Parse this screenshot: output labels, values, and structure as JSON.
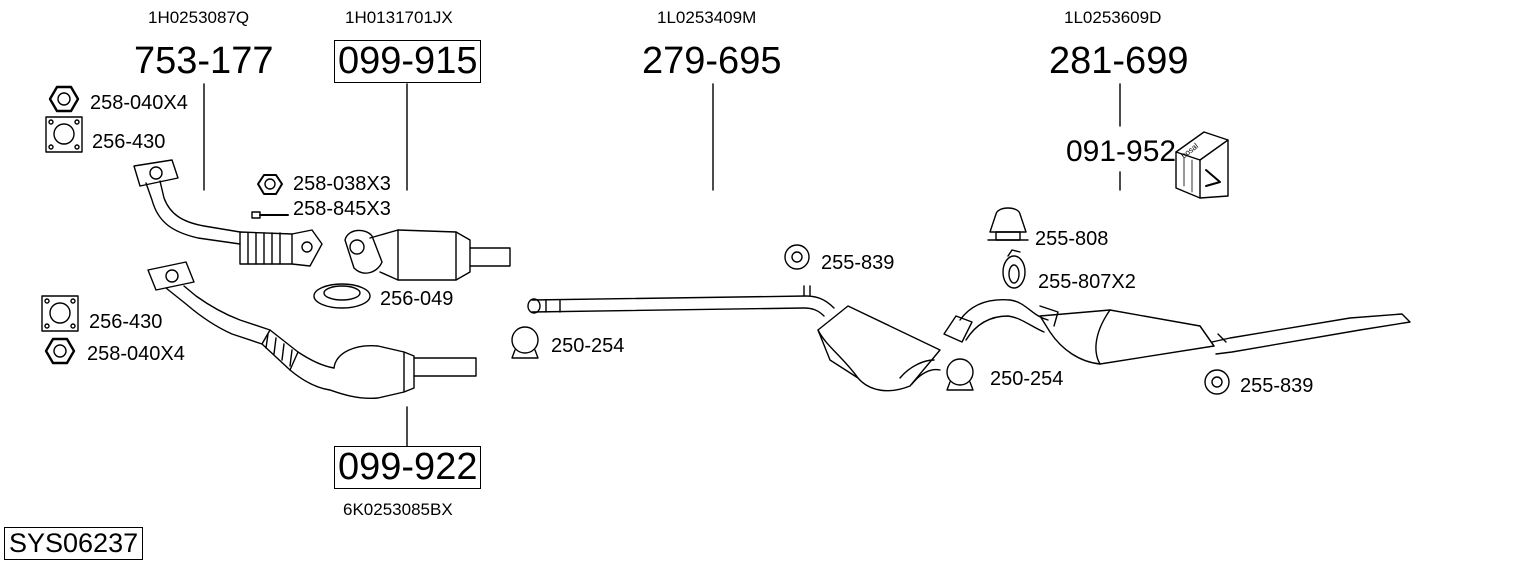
{
  "diagram": {
    "system_id": "SYS06237",
    "groups": [
      {
        "oem": "1H0253087Q",
        "part_number": "753-177"
      },
      {
        "oem": "1H0131701JX",
        "part_number": "099-915"
      },
      {
        "oem": "6K0253085BX",
        "part_number": "099-922"
      },
      {
        "oem": "1L0253409M",
        "part_number": "279-695"
      },
      {
        "oem": "1L0253609D",
        "part_number": "281-699"
      }
    ],
    "accessory_kit": {
      "part_number": "091-952",
      "box_label": "bosal"
    },
    "fittings": [
      "258-040X4",
      "256-430",
      "258-038X3",
      "258-845X3",
      "256-049",
      "256-430",
      "258-040X4",
      "250-254",
      "255-839",
      "255-808",
      "255-807X2",
      "250-254",
      "255-839"
    ]
  }
}
